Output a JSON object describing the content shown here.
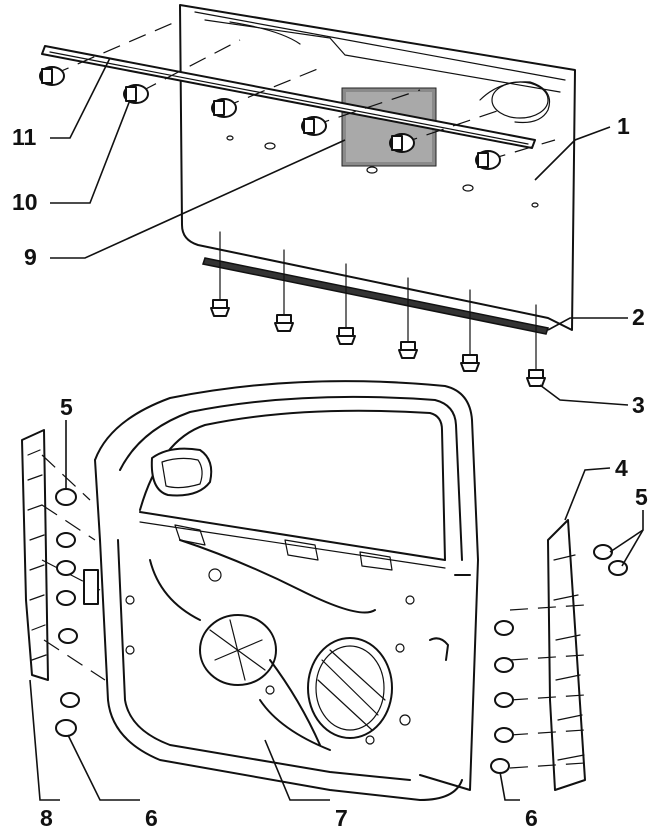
{
  "callouts": {
    "c1": "1",
    "c2": "2",
    "c3": "3",
    "c4": "4",
    "c5a": "5",
    "c5b": "5",
    "c6a": "6",
    "c6b": "6",
    "c7": "7",
    "c8": "8",
    "c9": "9",
    "c10": "10",
    "c11": "11"
  }
}
